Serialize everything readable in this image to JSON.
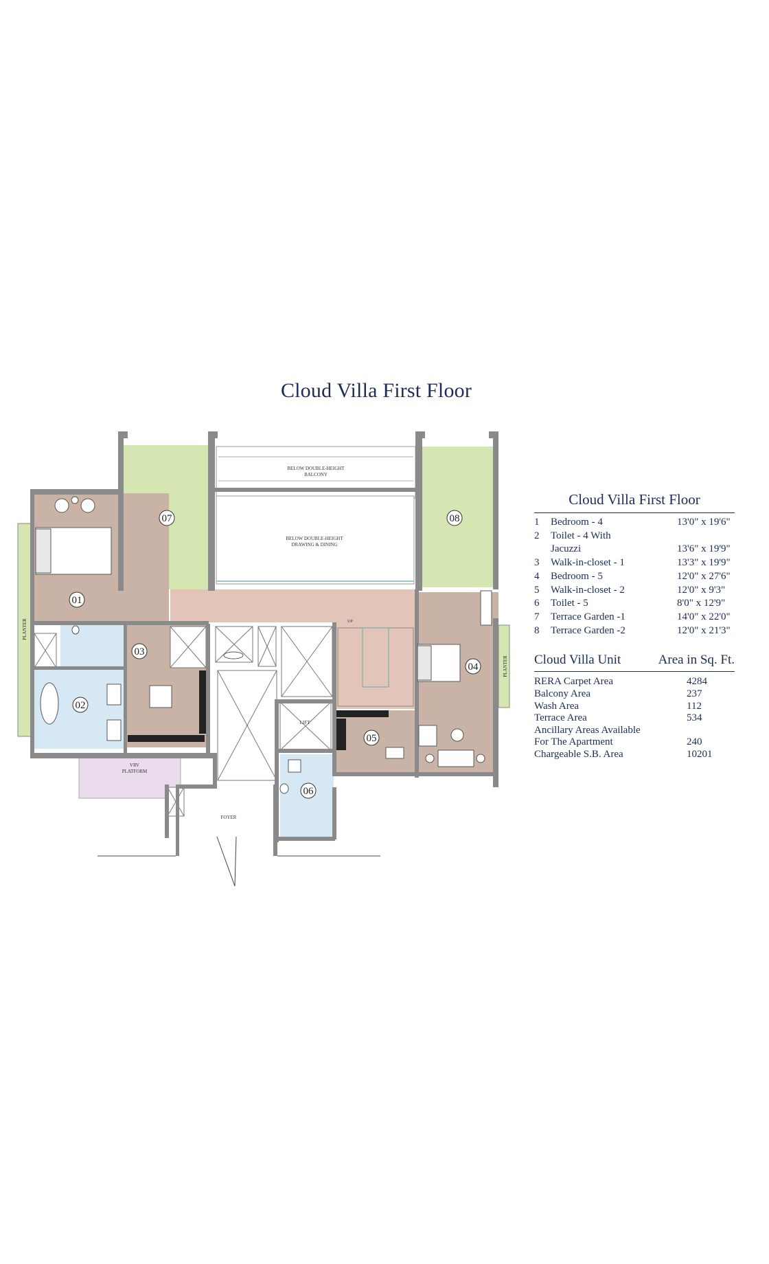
{
  "page": {
    "title": "Cloud Villa First Floor"
  },
  "plan": {
    "labels": {
      "balcony": "BELOW DOUBLE-HEIGHT\nBALCONY",
      "drawing": "BELOW DOUBLE-HEIGHT\nDRAWING & DINING",
      "planter_left": "PLANTER",
      "planter_right": "PLANTER",
      "lift": "LIFT",
      "vrv": "VRV\nPLATFORM",
      "foyer": "FOYER",
      "up": "UP"
    },
    "room_numbers": [
      "01",
      "02",
      "03",
      "04",
      "05",
      "06",
      "07",
      "08"
    ],
    "colors": {
      "wall": "#8a8a8a",
      "bedroom": "#c9b3a6",
      "toilet": "#d6e8f3",
      "terrace": "#d5e6b3",
      "passage": "#e3c4b9",
      "vrv": "#eadcec",
      "floor_white": "#ffffff"
    }
  },
  "legend": {
    "title": "Cloud Villa First Floor",
    "rooms": [
      {
        "n": "1",
        "name": "Bedroom - 4",
        "dim": "13'0\" x 19'6\""
      },
      {
        "n": "2",
        "name": "Toilet - 4 With",
        "dim": ""
      },
      {
        "n": "",
        "name": "Jacuzzi",
        "dim": "13'6\" x 19'9\""
      },
      {
        "n": "3",
        "name": "Walk-in-closet - 1",
        "dim": "13'3\" x 19'9\""
      },
      {
        "n": "4",
        "name": "Bedroom - 5",
        "dim": "12'0\" x 27'6\""
      },
      {
        "n": "5",
        "name": "Walk-in-closet - 2",
        "dim": "12'0\" x 9'3\""
      },
      {
        "n": "6",
        "name": "Toilet - 5",
        "dim": "8'0\" x 12'9\""
      },
      {
        "n": "7",
        "name": "Terrace Garden -1",
        "dim": "14'0\" x 22'0\""
      },
      {
        "n": "8",
        "name": "Terrace Garden -2",
        "dim": "12'0\" x 21'3\""
      }
    ],
    "unit_header": {
      "left": "Cloud Villa Unit",
      "right": "Area in Sq. Ft."
    },
    "areas": [
      {
        "name": "RERA Carpet Area",
        "value": "4284"
      },
      {
        "name": "Balcony Area",
        "value": "237"
      },
      {
        "name": "Wash Area",
        "value": "112"
      },
      {
        "name": "Terrace Area",
        "value": "534"
      },
      {
        "name": "Ancillary Areas Available",
        "value": ""
      },
      {
        "name": "For The Apartment",
        "value": "240"
      },
      {
        "name": "Chargeable S.B. Area",
        "value": "10201"
      }
    ]
  }
}
